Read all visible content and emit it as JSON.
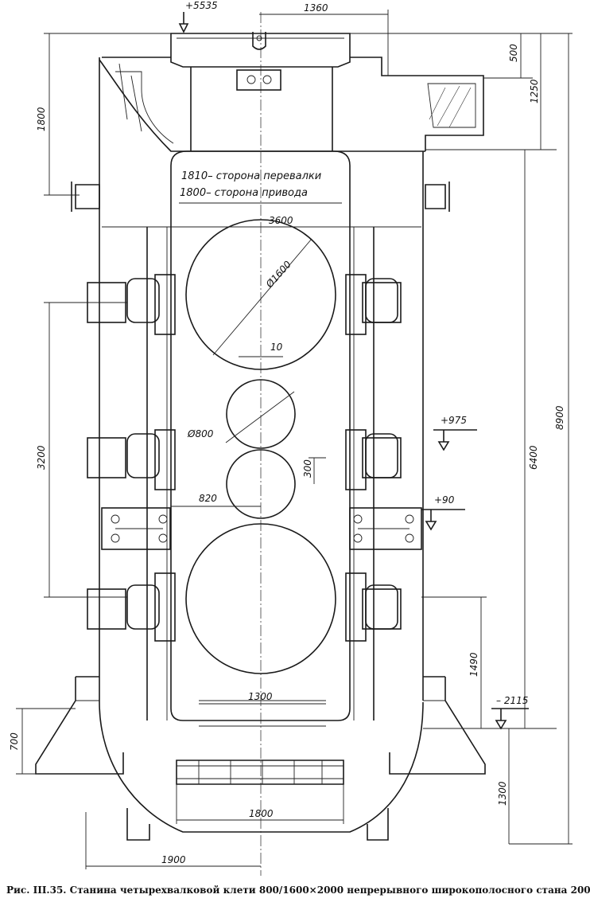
{
  "figure": {
    "caption": "Рис. III.35. Станина четырехвалковой клети 800/1600×2000 непрерывного широкополосного стана 2000",
    "notes": {
      "line1": "1810– сторона перевалки",
      "line2": "1800– сторона привода"
    },
    "dimensions": {
      "d1360": "1360",
      "d500": "500",
      "d1250": "1250",
      "d1800_left": "1800",
      "d3600": "3600",
      "d1600": "Ø1600",
      "d10": "10",
      "d800": "Ø800",
      "d300": "300",
      "d820": "820",
      "d3200": "3200",
      "d6400": "6400",
      "d8900": "8900",
      "d1490": "1490",
      "d1300_top": "1300",
      "d700": "700",
      "d1300_right": "1300",
      "d1800_bottom": "1800",
      "d1900": "1900"
    },
    "elevations": {
      "e5535": "+5535",
      "e975": "+975",
      "e90": "+90",
      "e2115": "– 2115"
    }
  }
}
